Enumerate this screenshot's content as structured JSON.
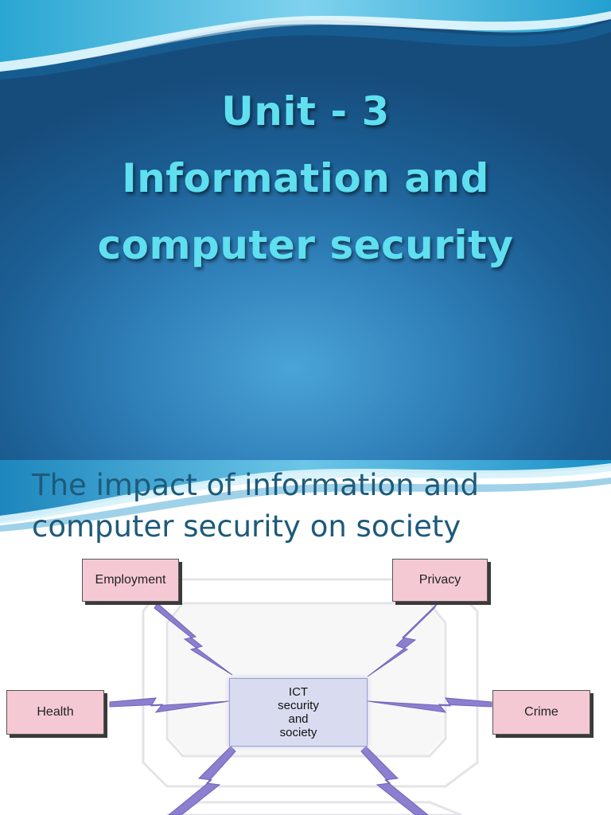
{
  "slide1": {
    "title_lines": [
      "Unit - 3",
      "Information and",
      "computer security"
    ]
  },
  "slide2": {
    "title_lines": [
      "The impact of information and",
      "computer security on society"
    ],
    "diagram": {
      "center_lines": [
        "ICT",
        "security",
        "and",
        "society"
      ],
      "nodes": {
        "employment": "Employment",
        "privacy": "Privacy",
        "health": "Health",
        "crime": "Crime"
      }
    }
  },
  "colors": {
    "title_cyan": "#5fdff0",
    "slide1_bg": "#1c5f94",
    "slide2_title": "#1e5a7a",
    "node_pink": "#f4c9d4",
    "center_lavender": "#d9dcf0",
    "bolt_purple": "#8c7fd0"
  }
}
